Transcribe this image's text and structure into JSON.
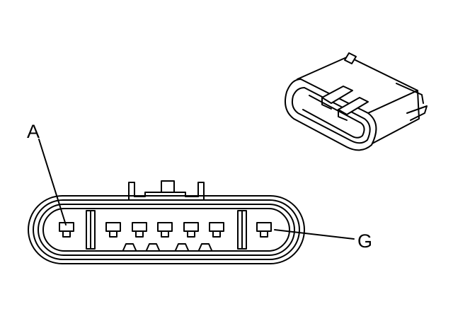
{
  "callouts": [
    {
      "id": "a",
      "text": "A"
    },
    {
      "id": "g",
      "text": "G"
    }
  ],
  "connector": {
    "terminal_count": 7
  }
}
